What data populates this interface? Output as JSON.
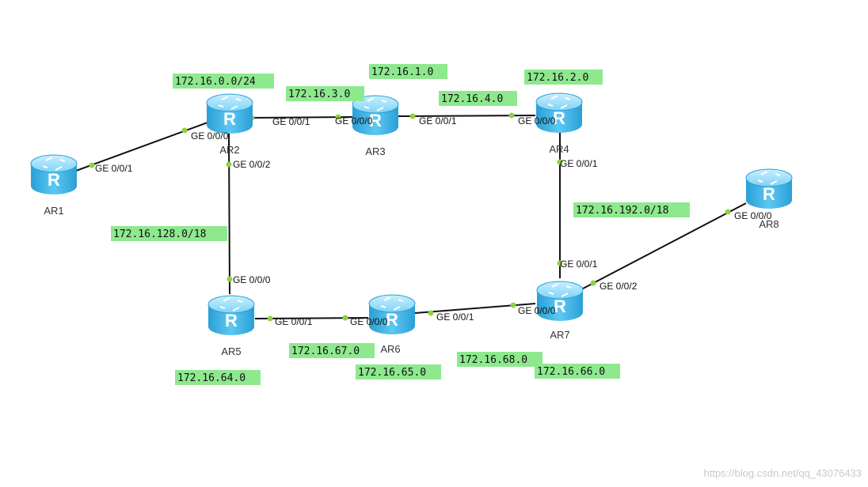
{
  "colors": {
    "link": "#111111",
    "port_dot": "#8ed340",
    "label_bg": "#8ee88e",
    "router_body": "#36b3e6",
    "router_top": "#9fe0f8"
  },
  "routers": [
    {
      "id": "AR1",
      "label": "AR1",
      "icon": "router-icon"
    },
    {
      "id": "AR2",
      "label": "AR2",
      "icon": "router-icon"
    },
    {
      "id": "AR3",
      "label": "AR3",
      "icon": "router-icon"
    },
    {
      "id": "AR4",
      "label": "AR4",
      "icon": "router-icon"
    },
    {
      "id": "AR5",
      "label": "AR5",
      "icon": "router-icon"
    },
    {
      "id": "AR6",
      "label": "AR6",
      "icon": "router-icon"
    },
    {
      "id": "AR7",
      "label": "AR7",
      "icon": "router-icon"
    },
    {
      "id": "AR8",
      "label": "AR8",
      "icon": "router-icon"
    }
  ],
  "links": [
    {
      "from": "AR1",
      "from_port": "GE 0/0/1",
      "to": "AR2",
      "to_port": "GE 0/0/0"
    },
    {
      "from": "AR2",
      "from_port": "GE 0/0/1",
      "to": "AR3",
      "to_port": "GE 0/0/0"
    },
    {
      "from": "AR3",
      "from_port": "GE 0/0/1",
      "to": "AR4",
      "to_port": "GE 0/0/0"
    },
    {
      "from": "AR2",
      "from_port": "GE 0/0/2",
      "to": "AR5",
      "to_port": "GE 0/0/0"
    },
    {
      "from": "AR4",
      "from_port": "GE 0/0/1",
      "to": "AR7",
      "to_port": "GE 0/0/1"
    },
    {
      "from": "AR5",
      "from_port": "GE 0/0/1",
      "to": "AR6",
      "to_port": "GE 0/0/0"
    },
    {
      "from": "AR6",
      "from_port": "GE 0/0/1",
      "to": "AR7",
      "to_port": "GE 0/0/0"
    },
    {
      "from": "AR7",
      "from_port": "GE 0/0/2",
      "to": "AR8",
      "to_port": "GE 0/0/0"
    }
  ],
  "network_labels": [
    "172.16.0.0/24",
    "172.16.3.0",
    "172.16.1.0",
    "172.16.4.0",
    "172.16.2.0",
    "172.16.192.0/18",
    "172.16.128.0/18",
    "172.16.67.0",
    "172.16.65.0",
    "172.16.68.0",
    "172.16.66.0",
    "172.16.64.0"
  ],
  "watermark": "https://blog.csdn.net/qq_43076433"
}
